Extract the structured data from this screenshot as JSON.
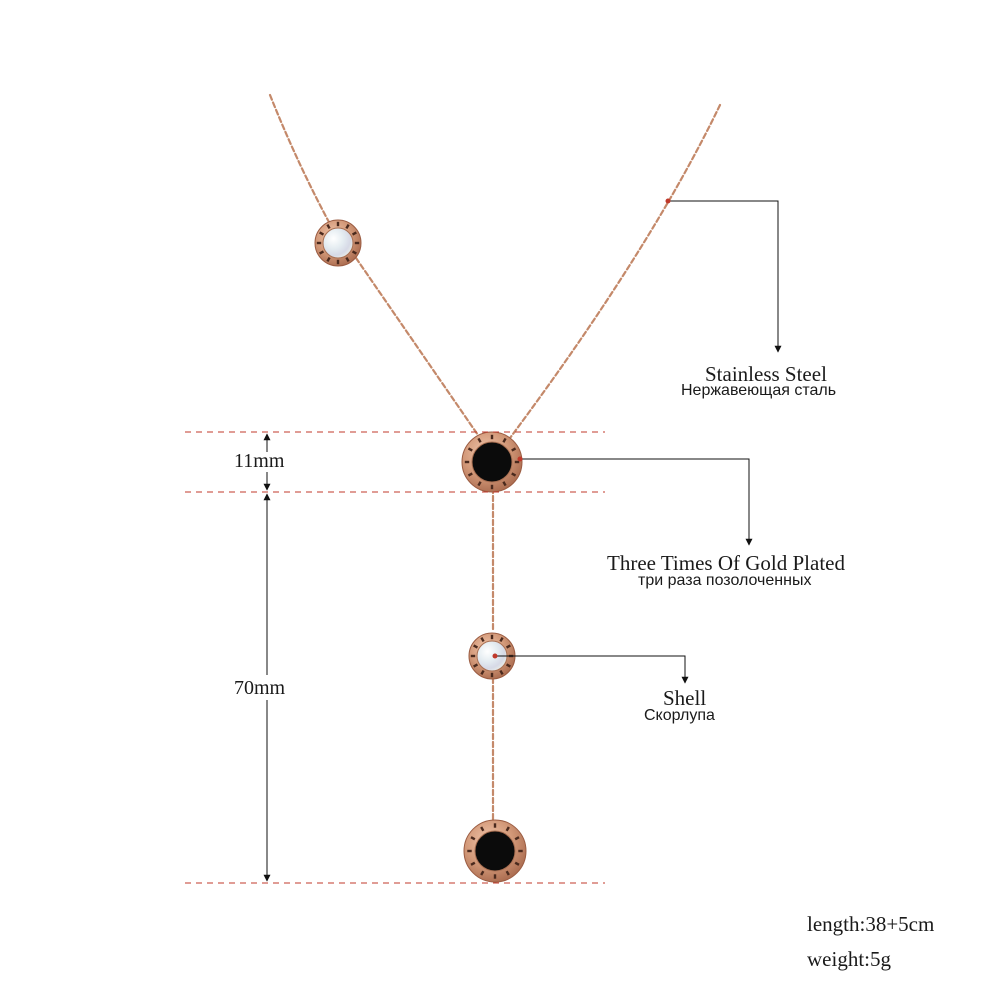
{
  "callouts": {
    "stainless_steel": {
      "en": "Stainless Steel",
      "ru": "Нержавеющая сталь"
    },
    "gold_plated": {
      "en": "Three Times Of Gold Plated",
      "ru": "три раза позолоченных"
    },
    "shell": {
      "en": "Shell",
      "ru": "Скорлупа"
    }
  },
  "dimensions": {
    "pendant": "11mm",
    "drop": "70mm"
  },
  "specs": {
    "length": "length:38+5cm",
    "weight": "weight:5g"
  },
  "colors": {
    "rose_gold": "#c98f6d",
    "onyx": "#0b0b0b",
    "shell": "#e8eef2",
    "guide_line": "#c0392b",
    "leader_line": "#111111"
  }
}
